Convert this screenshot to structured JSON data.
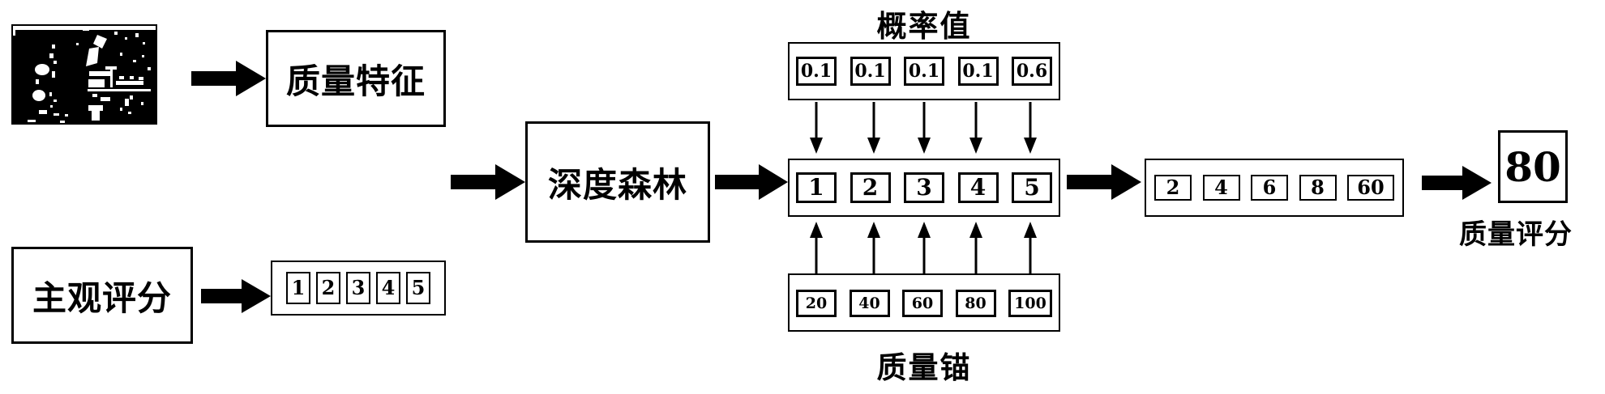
{
  "diagram": {
    "title": "Deep Forest Image Quality Assessment Pipeline",
    "colors": {
      "ink": "#000000",
      "paper": "#ffffff"
    },
    "source_image": {
      "alt": "high-contrast black and white photograph thumbnail"
    },
    "nodes": {
      "quality_feature": {
        "label": "质量特征"
      },
      "subjective_score": {
        "label": "主观评分"
      },
      "deep_forest": {
        "label": "深度森林"
      },
      "final_score": {
        "value": "80"
      }
    },
    "labels": {
      "probability": "概率值",
      "quality_anchor": "质量锚",
      "quality_score": "质量评分"
    },
    "rows": {
      "subjective_levels": [
        "1",
        "2",
        "3",
        "4",
        "5"
      ],
      "probability_values": [
        "0.1",
        "0.1",
        "0.1",
        "0.1",
        "0.6"
      ],
      "class_levels": [
        "1",
        "2",
        "3",
        "4",
        "5"
      ],
      "quality_anchors": [
        "20",
        "40",
        "60",
        "80",
        "100"
      ],
      "weighted_values": [
        "2",
        "4",
        "6",
        "8",
        "60"
      ]
    },
    "arrows": {
      "image_to_feature": "block-arrow-right",
      "subjective_to_levels": "block-arrow-right",
      "inputs_to_forest": "block-arrow-right",
      "forest_to_classes": "block-arrow-right",
      "classes_to_weighted": "block-arrow-right",
      "weighted_to_score": "block-arrow-right",
      "probability_down": "thin-arrow-down",
      "anchor_up": "thin-arrow-up"
    }
  }
}
